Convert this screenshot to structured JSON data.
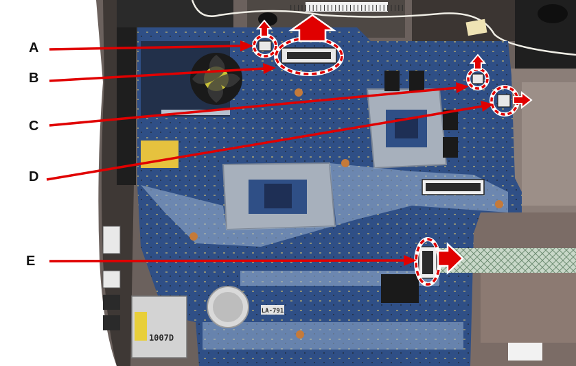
{
  "callouts": [
    {
      "id": "A",
      "label": "A"
    },
    {
      "id": "B",
      "label": "B"
    },
    {
      "id": "C",
      "label": "C"
    },
    {
      "id": "D",
      "label": "D"
    },
    {
      "id": "E",
      "label": "E"
    }
  ],
  "board_text": {
    "top_strip": "|||||||||||||||||||||||||||||||",
    "chip_marking": "LA-791",
    "card_reader_marking": "1007D"
  },
  "colors": {
    "board_blue": "#2f4f86",
    "callout_red": "#e00000",
    "chassis": "#6e6460",
    "heatsink_gray": "#a7b0bc"
  }
}
